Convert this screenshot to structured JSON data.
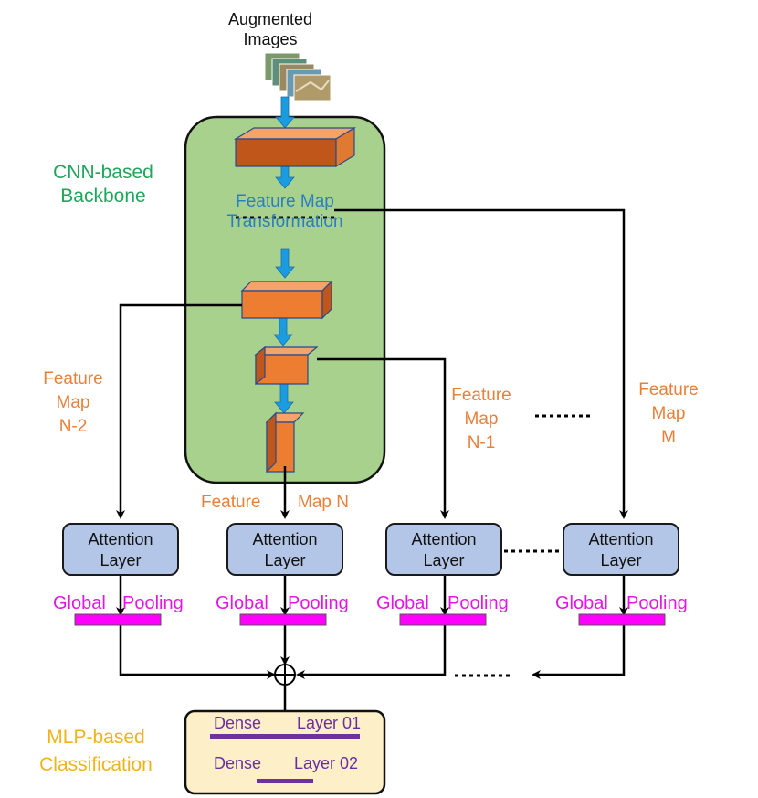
{
  "input": {
    "label": "Augmented\nImages"
  },
  "backbone": {
    "label": "CNN-based\nBackbone",
    "fill": "#a9d18e"
  },
  "transform": {
    "label": "Feature Map\nTransformation"
  },
  "feature_maps": {
    "fm_n2": "Feature\nMap\nN-2",
    "fm_n1": "Feature\nMap\nN-1",
    "fm_m": "Feature\nMap\nM",
    "fm_n_left": "Feature",
    "fm_n_right": "Map N"
  },
  "attention": {
    "line1": "Attention",
    "line2": "Layer"
  },
  "pooling": {
    "left": "Global",
    "right": "Pooling",
    "bar_color": "#ff00ff"
  },
  "classifier": {
    "label": "MLP-based\nClassification",
    "fill": "#fdefc7",
    "dense1_left": "Dense",
    "dense1_right": "Layer 01",
    "dense2_left": "Dense",
    "dense2_right": "Layer 02"
  },
  "colors": {
    "arrow_blue": "#1b9be0",
    "block_orange": "#ed7d31",
    "dense_bar": "#7030a0"
  }
}
